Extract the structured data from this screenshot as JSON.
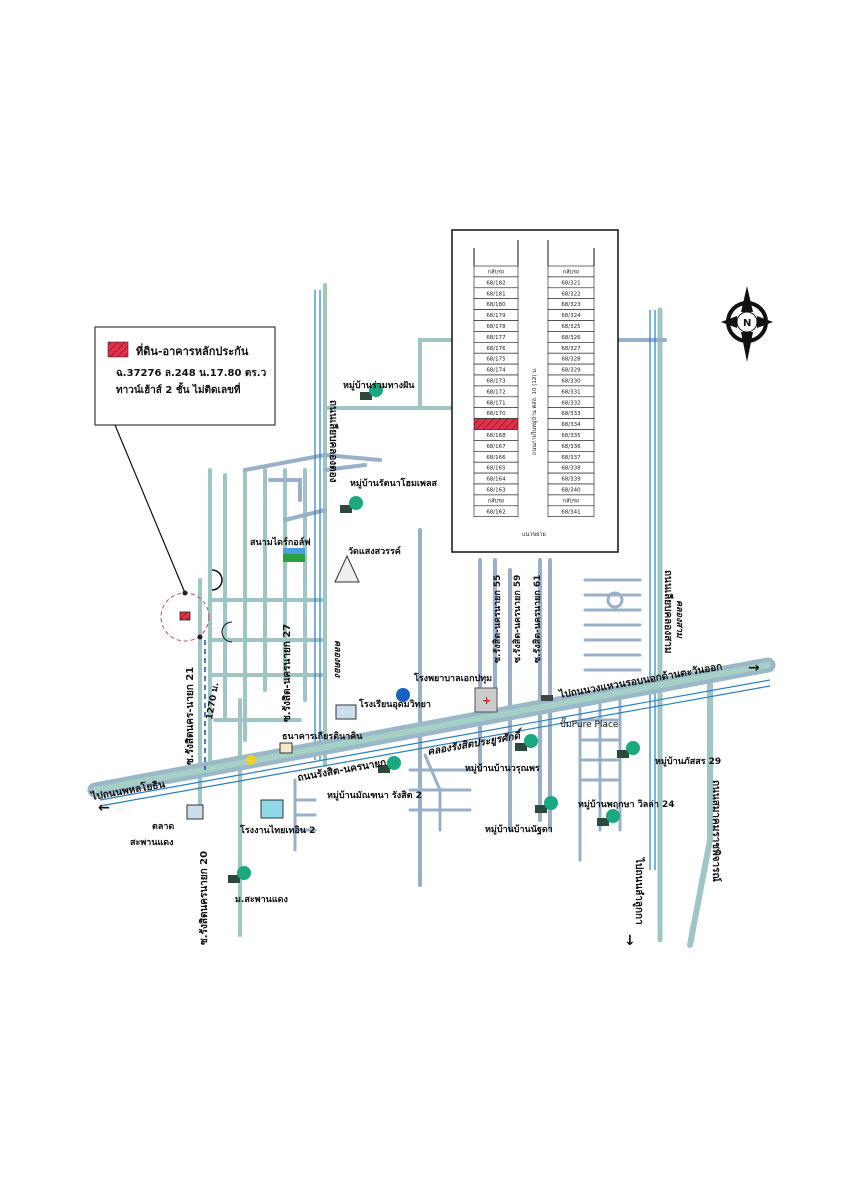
{
  "legend": {
    "title": "ที่ดิน-อาคารหลักประกัน",
    "line1": "ฉ.37276  ล.248   น.17.80 ตร.ว",
    "line2": "ทาวน์เฮ้าส์ 2 ชั้น  ไม่ติดเลขที่",
    "hatch_color": "#e0304a"
  },
  "compass": {
    "label": "N"
  },
  "plan": {
    "uturn": "กลับรถ",
    "road_label": "ถนนภายในหมู่บ้าน คสล. 10 (12) ม.",
    "bottom_label": "แนวขยาย",
    "left_lots": [
      "กลับรถ",
      "68/182",
      "68/181",
      "68/180",
      "68/179",
      "68/178",
      "68/177",
      "68/176",
      "68/175",
      "68/174",
      "68/173",
      "68/172",
      "68/171",
      "68/170",
      "",
      "68/168",
      "68/167",
      "68/166",
      "68/165",
      "68/164",
      "68/163",
      "กลับรถ",
      "68/162"
    ],
    "right_lots": [
      "กลับรถ",
      "68/321",
      "68/322",
      "68/323",
      "68/324",
      "68/325",
      "68/326",
      "68/327",
      "68/328",
      "68/329",
      "68/330",
      "68/331",
      "68/332",
      "68/333",
      "68/334",
      "68/335",
      "68/336",
      "68/337",
      "68/338",
      "68/339",
      "68/340",
      "กลับรถ",
      "68/341"
    ],
    "subject_index": 14
  },
  "roads": {
    "main": "ถนนรังสิต-นครนายก",
    "canal": "คลองรังสิตประยูรศักดิ์",
    "to_west": "ไปถนนพหลโยธิน",
    "to_east": "ไปถนนวงแหวนรอบนอกด้านตะวันออก",
    "to_south": "ไปถนนลำลูกกา",
    "khlong_tong_road": "ถนนเลียบคลองตอง",
    "khlong_tong": "คลองตอง",
    "khlong_sam_road": "ถนนเลียบคลองสาม",
    "khlong_sam": "คลองสาม",
    "samakkhi": "ถนนสมาคมราชพิจารณ์",
    "soi21": "ซ.รังสิตนคร-นายก 21",
    "soi20": "ซ.รังสิตนครนายก 20",
    "soi27": "ซ.รังสิต-นครนายก 27",
    "soi55": "ซ.รังสิต-นครนายก 55",
    "soi59": "ซ.รังสิต-นครนายก 59",
    "soi61": "ซ.รังสิต-นครนายก 61",
    "distance": "1270 ม."
  },
  "places": {
    "ruam_thang_fan": "หมู่บ้านร่วมทางฝัน",
    "rattana_home": "หมู่บ้านรัตนาโฮมเพลส",
    "golf": "สนามไดร์กอล์ฟ",
    "wat": "วัดแสงสวรรค์",
    "hospital": "โรงพยาบาลเอกปทุม",
    "school": "โรงเรียนอุดมวิทยา",
    "bank": "ธนาคารเกียรตินาคิน",
    "pure_place": "ปั๊มPure Place",
    "manthana": "หมู่บ้านมัณฑนา รังสิต 2",
    "warunphon": "หมู่บ้านบ้านวรุณพร",
    "nuchda": "หมู่บ้านบ้านนัฐดา",
    "phruksa": "หมู่บ้านพฤกษา วิลล่า 24",
    "phatsorn": "หมู่บ้านภัสสร 29",
    "market1": "ตลาด",
    "market2": "สะพานแดง",
    "factory": "โรงงานไทยเทอิน 2",
    "saphan_daeng": "ม.สะพานแดง"
  }
}
